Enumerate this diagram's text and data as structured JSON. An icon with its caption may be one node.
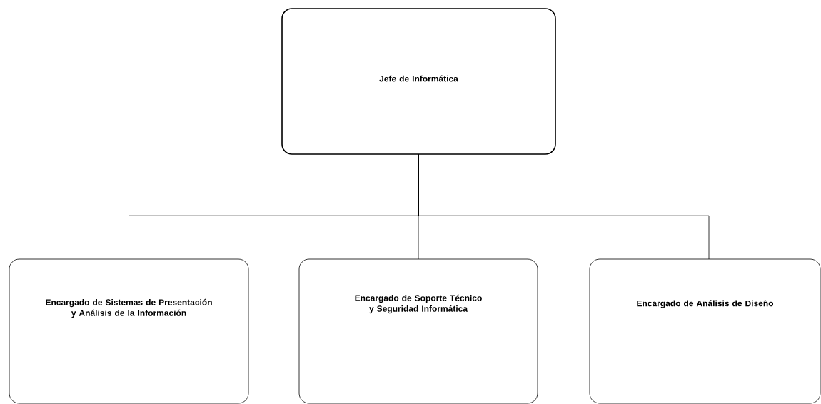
{
  "diagram": {
    "nodes": [
      {
        "text": [
          "Jefe de Informática"
        ]
      },
      {
        "text": [
          "Encargado de Sistemas de Presentación y Análisis de la Información"
        ]
      },
      {
        "text": [
          "Encargado de Soporte Técnico y Seguridad Informática"
        ]
      },
      {
        "text": [
          "Encargado de Análisis de Diseño"
        ]
      }
    ],
    "edges": [
      {
        "from": 0,
        "to": 1,
        "arrow": "none"
      },
      {
        "from": 0,
        "to": 2,
        "arrow": "none"
      },
      {
        "from": 0,
        "to": 3,
        "arrow": "none"
      }
    ]
  }
}
